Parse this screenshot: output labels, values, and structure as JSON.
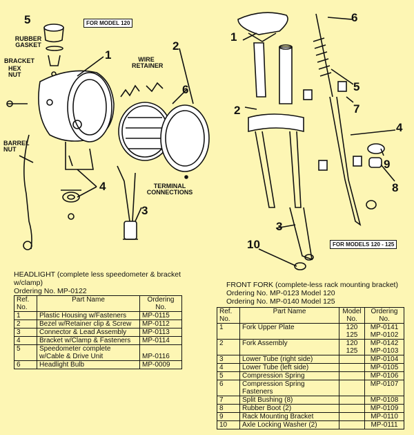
{
  "headlight": {
    "model_tag": "FOR MODEL 120",
    "callouts": [
      "5",
      "1",
      "6",
      "2",
      "4",
      "3"
    ],
    "labels": {
      "rubber_gasket": "RUBBER GASKET",
      "bracket": "BRACKET",
      "hex_nut": "HEX NUT",
      "wire_retainer": "WIRE RETAINER",
      "barrel_nut": "BARREL NUT",
      "terminal_connections": "TERMINAL CONNECTIONS"
    },
    "caption_line1": "HEADLIGHT (complete less speedometer & bracket",
    "caption_line2": "w/clamp)",
    "ordering": "Ordering No. MP-0122",
    "headers": {
      "ref": "Ref. No.",
      "name": "Part Name",
      "ordering": "Ordering No."
    },
    "rows": [
      {
        "ref": "1",
        "name": "Plastic Housing w/Fasteners",
        "ordering": "MP-0115"
      },
      {
        "ref": "2",
        "name": "Bezel w/Retainer clip & Screw",
        "ordering": "MP-0112"
      },
      {
        "ref": "3",
        "name": "Connector & Lead Assembly",
        "ordering": "MP-0113"
      },
      {
        "ref": "4",
        "name": "Bracket w/Clamp & Fasteners",
        "ordering": "MP-0114"
      },
      {
        "ref": "5",
        "name": "Speedometer complete w/Cable & Drive Unit",
        "ordering": "MP-0116"
      },
      {
        "ref": "6",
        "name": "Headlight Bulb",
        "ordering": "MP-0009"
      }
    ]
  },
  "fork": {
    "model_tag": "FOR MODELS 120 - 125",
    "callouts": [
      "1",
      "6",
      "2",
      "5",
      "7",
      "4",
      "9",
      "8",
      "3",
      "10"
    ],
    "caption": "FRONT FORK (complete-less rack mounting bracket)",
    "ordering1": "Ordering No. MP-0123  Model 120",
    "ordering2": "Ordering No. MP-0140  Model 125",
    "headers": {
      "ref": "Ref. No.",
      "name": "Part Name",
      "model": "Model No.",
      "ordering": "Ordering No."
    },
    "rows": [
      {
        "ref": "1",
        "name": "Fork Upper Plate",
        "model": "120\n125",
        "ordering": "MP-0141\nMP-0102"
      },
      {
        "ref": "2",
        "name": "Fork Assembly",
        "model": "120\n125",
        "ordering": "MP-0142\nMP-0103"
      },
      {
        "ref": "3",
        "name": "Lower Tube (right side)",
        "model": "",
        "ordering": "MP-0104"
      },
      {
        "ref": "4",
        "name": "Lower Tube (left side)",
        "model": "",
        "ordering": "MP-0105"
      },
      {
        "ref": "5",
        "name": "Compression Spring",
        "model": "",
        "ordering": "MP-0106"
      },
      {
        "ref": "6",
        "name": "Compression Spring Fasteners",
        "model": "",
        "ordering": "MP-0107"
      },
      {
        "ref": "7",
        "name": "Split Bushing (8)",
        "model": "",
        "ordering": "MP-0108"
      },
      {
        "ref": "8",
        "name": "Rubber Boot (2)",
        "model": "",
        "ordering": "MP-0109"
      },
      {
        "ref": "9",
        "name": "Rack Mounting Bracket",
        "model": "",
        "ordering": "MP-0110"
      },
      {
        "ref": "10",
        "name": "Axle Locking Washer (2)",
        "model": "",
        "ordering": "MP-0111"
      }
    ]
  }
}
